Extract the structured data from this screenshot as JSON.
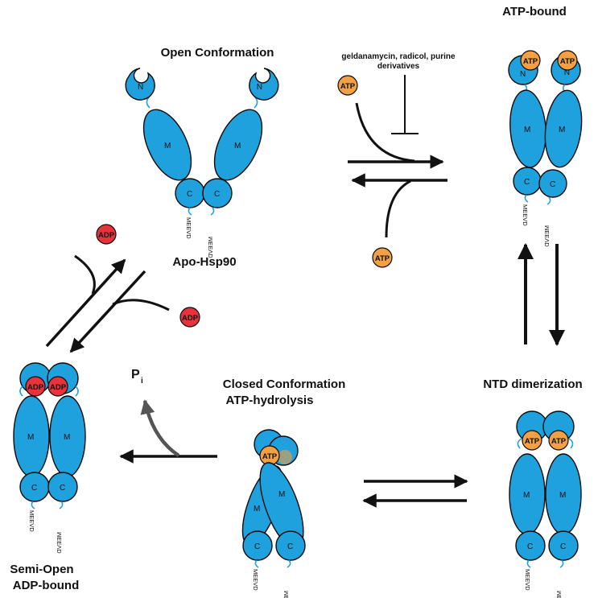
{
  "states": {
    "open": {
      "title": "Open Conformation",
      "subtitle": "Apo-Hsp90"
    },
    "atp_bound": {
      "title": "ATP-bound"
    },
    "ntd_dimerization": {
      "title": "NTD dimerization"
    },
    "closed": {
      "title_line1": "Closed Conformation",
      "title_line2": "ATP-hydrolysis"
    },
    "semi_open": {
      "title_line1": "Semi-Open",
      "title_line2": "ADP-bound"
    }
  },
  "inhibitors": {
    "line1": "geldanamycin, radicol, purine",
    "line2": "derivatives"
  },
  "domains": {
    "n": "N",
    "m": "M",
    "c": "C"
  },
  "motif": "MEEVD",
  "nucleotides": {
    "atp": "ATP",
    "adp": "ADP"
  },
  "phosphate": {
    "symbol": "P",
    "subscript": "i"
  },
  "colors": {
    "domain": "#1ea1dc",
    "atp": "#f2a043",
    "adp": "#e8323c",
    "outline": "#0b0b0b"
  }
}
